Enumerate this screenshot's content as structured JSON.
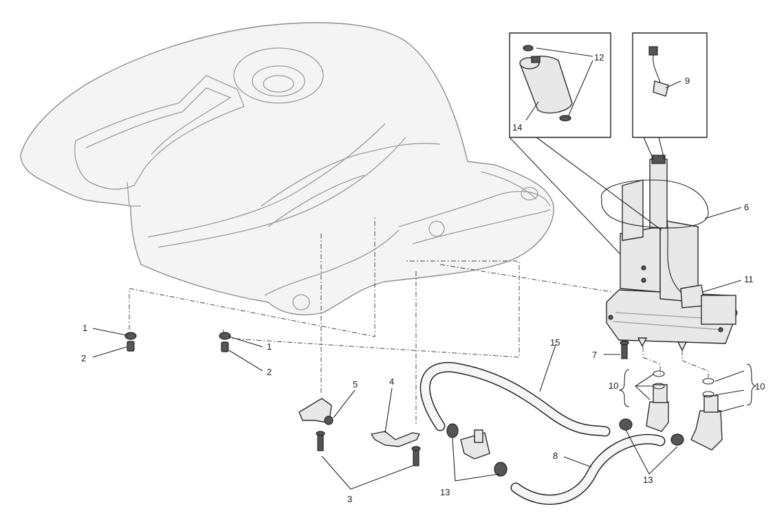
{
  "diagram": {
    "callouts": {
      "c1a": "1",
      "c1b": "1",
      "c2a": "2",
      "c2b": "2",
      "c3": "3",
      "c4": "4",
      "c5": "5",
      "c6": "6",
      "c7": "7",
      "c8": "8",
      "c9": "9",
      "c10a": "10",
      "c10b": "10",
      "c11": "11",
      "c12": "12",
      "c13a": "13",
      "c13b": "13",
      "c14": "14",
      "c15": "15"
    }
  }
}
